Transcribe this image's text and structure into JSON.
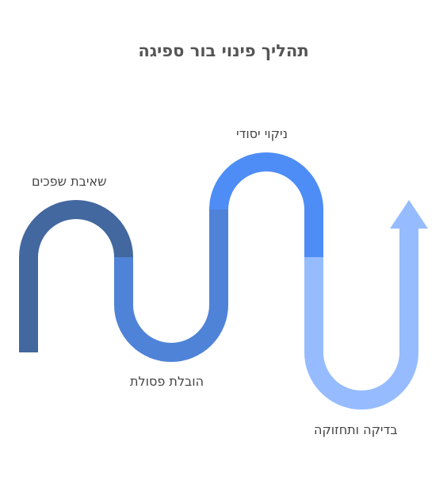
{
  "title": "תהליך פינוי בור ספיגה",
  "stages": [
    {
      "label": "שאיבת שפכים",
      "color": "#43679f"
    },
    {
      "label": "הובלת פסולת",
      "color": "#4f83d7"
    },
    {
      "label": "ניקוי יסודי",
      "color": "#4d8df5"
    },
    {
      "label": "בדיקה ותחזוקה",
      "color": "#96bcff"
    }
  ]
}
